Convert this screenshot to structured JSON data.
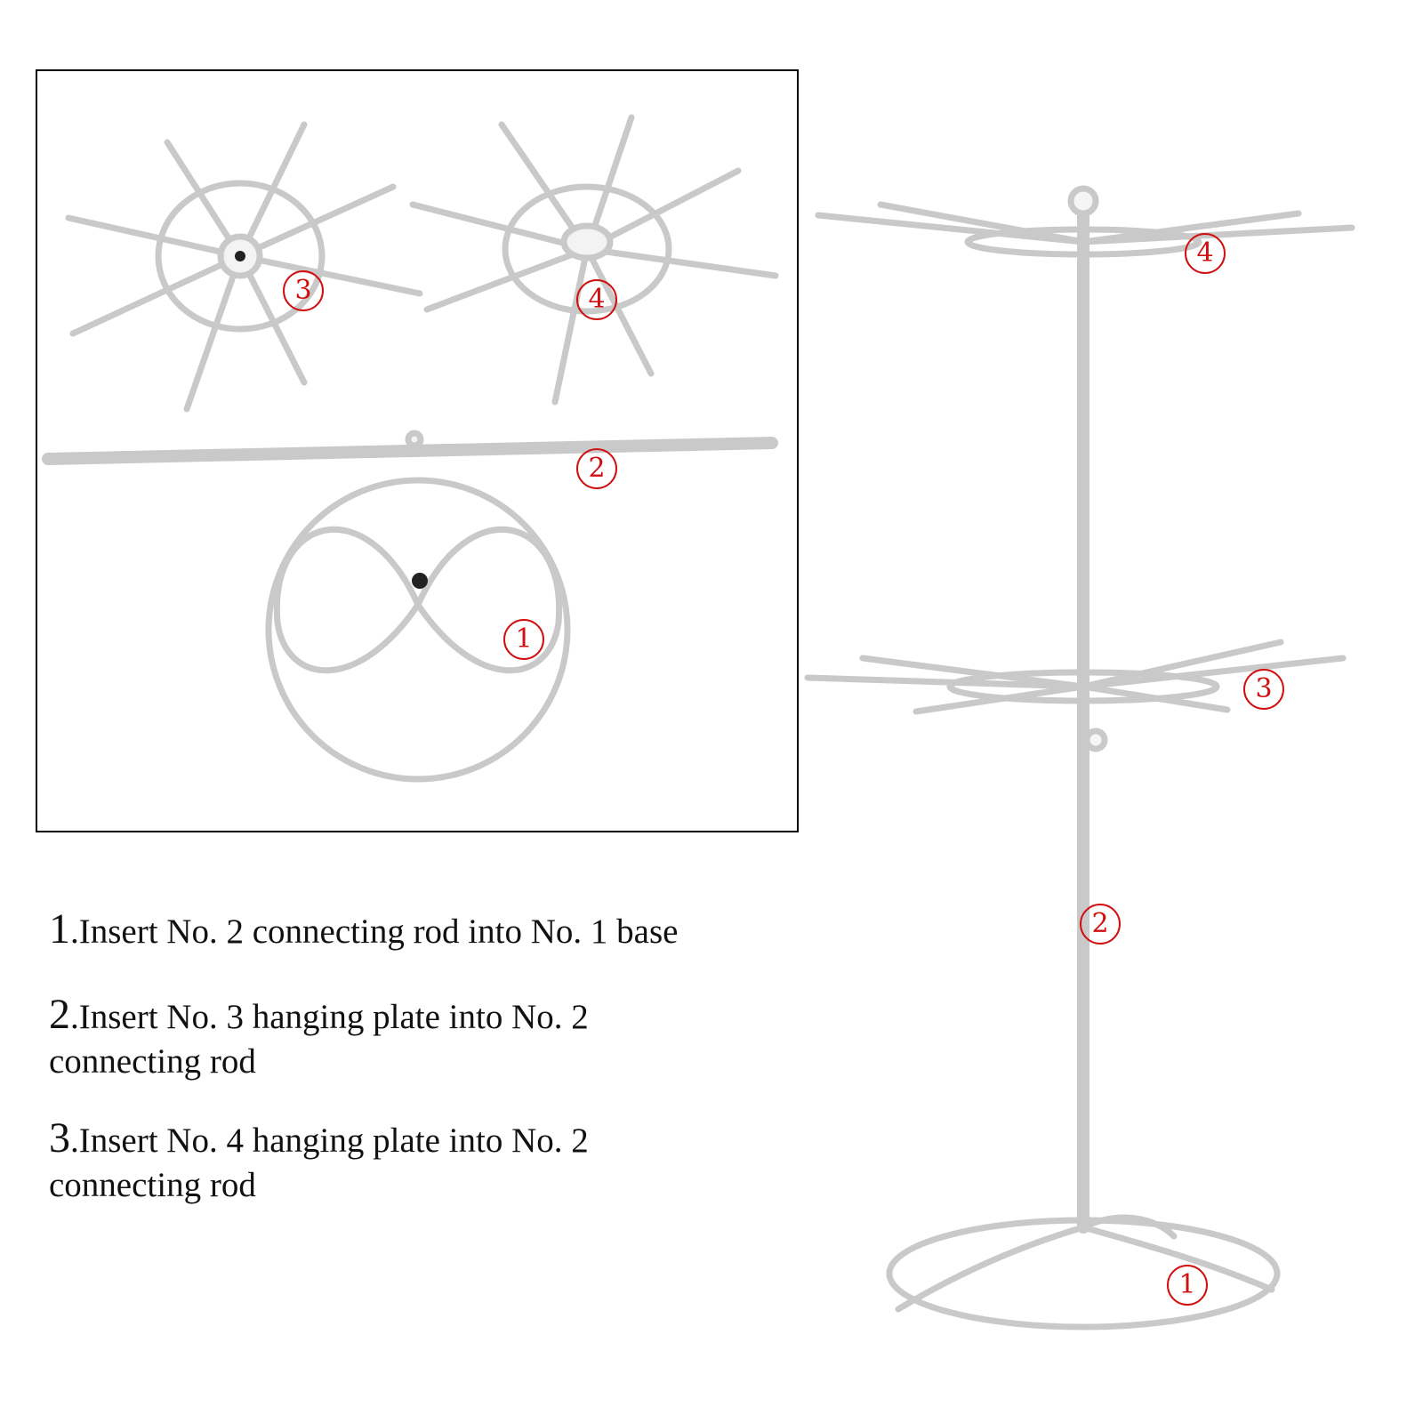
{
  "markers": {
    "part1": "1",
    "part2": "2",
    "part3": "3",
    "part4": "4"
  },
  "steps": [
    {
      "num": "1",
      "text": ".Insert No. 2 connecting rod into No. 1 base"
    },
    {
      "num": "2",
      "text": ".Insert No. 3 hanging plate into No. 2 connecting rod"
    },
    {
      "num": "3",
      "text": ".Insert No. 4 hanging plate into No. 2 connecting rod"
    }
  ],
  "colors": {
    "marker": "#d01010",
    "frame": "#000000",
    "metal": "#ffffff",
    "metal_edge": "#c8c8c8"
  },
  "icons": [
    "hanging-plate-icon",
    "connecting-rod-icon",
    "base-ring-icon",
    "assembled-stand-icon"
  ]
}
